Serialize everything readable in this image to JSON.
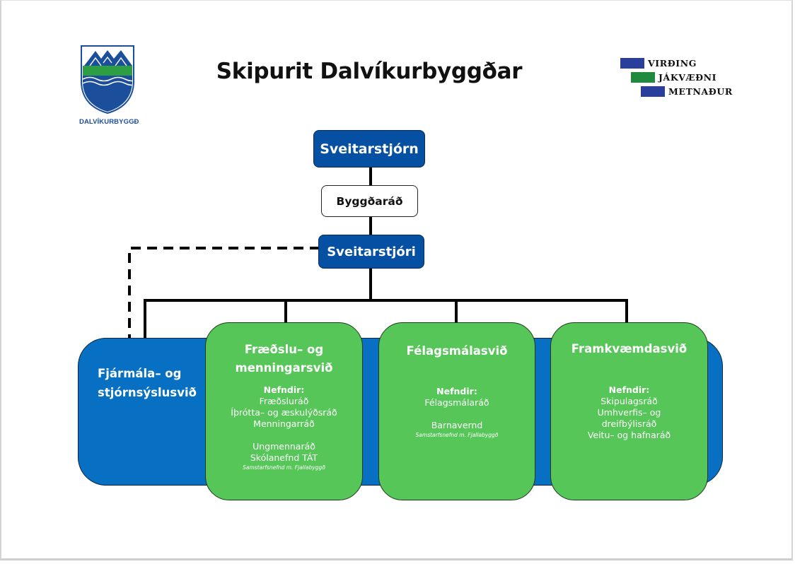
{
  "header": {
    "title": "Skipurit Dalvíkurbyggðar",
    "logo": {
      "name": "DALVÍKURBYGGÐ",
      "icon": "coat-of-arms-mountains-waves"
    },
    "values": [
      {
        "label": "VIRÐING",
        "color": "#2a3e9b"
      },
      {
        "label": "JÁKVÆÐNI",
        "color": "#1f8a3e"
      },
      {
        "label": "METNAÐUR",
        "color": "#2a3e9b"
      }
    ]
  },
  "hierarchy": {
    "council": "Sveitarstjórn",
    "board": "Byggðaráð",
    "mayor": "Sveitarstjóri"
  },
  "colors": {
    "top_box_blue": "#0550a2",
    "band_blue": "#0870c2",
    "division_green": "#56c658"
  },
  "divisions": {
    "finance": {
      "title_line1": "Fjármála– og",
      "title_line2": "stjórnsýslusvið"
    },
    "education": {
      "title_line1": "Fræðslu– og",
      "title_line2": "menningarsvið",
      "committees_heading": "Nefndir:",
      "committees": [
        "Fræðsluráð",
        "Íþrótta– og æskulýðsráð",
        "Menningarráð"
      ],
      "other": [
        "Ungmennaráð",
        "Skólanefnd TÁT"
      ],
      "note": "Samstarfsnefnd m. Fjallabyggð"
    },
    "social": {
      "title": "Félagsmálasvið",
      "committees_heading": "Nefndir:",
      "committees": [
        "Félagsmálaráð"
      ],
      "other": [
        "Barnavernd"
      ],
      "note": "Samstarfsnefnd m. Fjallabyggð"
    },
    "operations": {
      "title": "Framkvæmdasvið",
      "committees_heading": "Nefndir:",
      "committees": [
        "Skipulagsráð",
        "Umhverfis– og",
        "dreifbýlisráð",
        "Veitu– og hafnaráð"
      ]
    }
  }
}
